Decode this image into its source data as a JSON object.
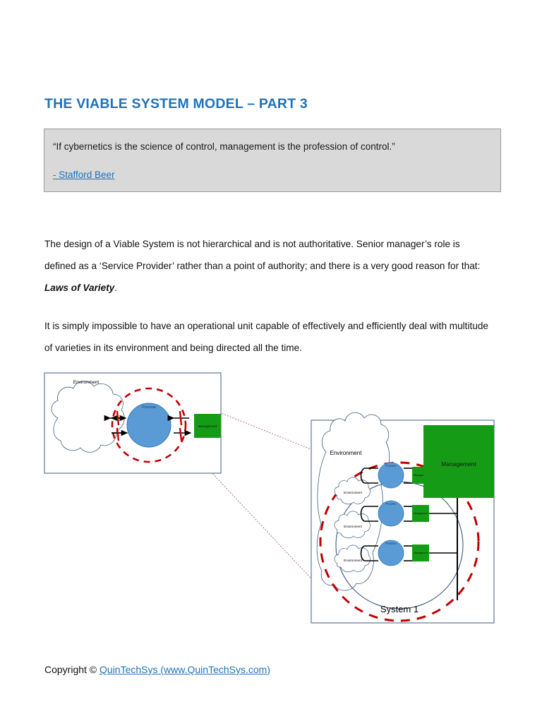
{
  "document": {
    "title": "THE VIABLE SYSTEM MODEL – PART 3"
  },
  "quote": {
    "text": "“If cybernetics is the science of control, management is the profession of control.”",
    "attribution": "- Stafford Beer"
  },
  "body": {
    "paragraph_1_part_1": "The design of a Viable System is not hierarchical and is not authoritative. Senior manager’s role is defined as a ‘Service Provider’ rather than a point of authority; and there is a very good reason for that: ",
    "paragraph_1_emphasis": "Laws of Variety",
    "paragraph_1_part_2": ".",
    "paragraph_2": "It is simply impossible to have an operational unit capable of effectively and efficiently deal with multitude of varieties in its environment and being directed all the time."
  },
  "figures": {
    "small_diagram": {
      "environment_label": "Environment",
      "process_label": "Process",
      "management_label": "Management"
    },
    "large_diagram": {
      "environment_label": "Environment",
      "sub_environment_labels": [
        "Environment",
        "Environment",
        "Environment"
      ],
      "process_labels": [
        "Process",
        "Process",
        "Process"
      ],
      "unit_management_labels": [
        "Management",
        "Management",
        "Management"
      ],
      "management_label": "Management",
      "system_label": "System 1"
    }
  },
  "footer": {
    "copyright_prefix": "Copyright © ",
    "link_text": "QuinTechSys (www.QuinTechSys.com)"
  },
  "colors": {
    "title_blue": "#1F72B8",
    "quote_background": "#D9D9D9",
    "quote_border": "#9A9A9A",
    "process_blue": "#5B9BD5",
    "process_blue_outline": "#2E75B6",
    "management_green": "#169B16",
    "dashed_red": "#C00000",
    "cloud_outline": "#3C5B7E",
    "link_blue": "#1F72B8"
  }
}
